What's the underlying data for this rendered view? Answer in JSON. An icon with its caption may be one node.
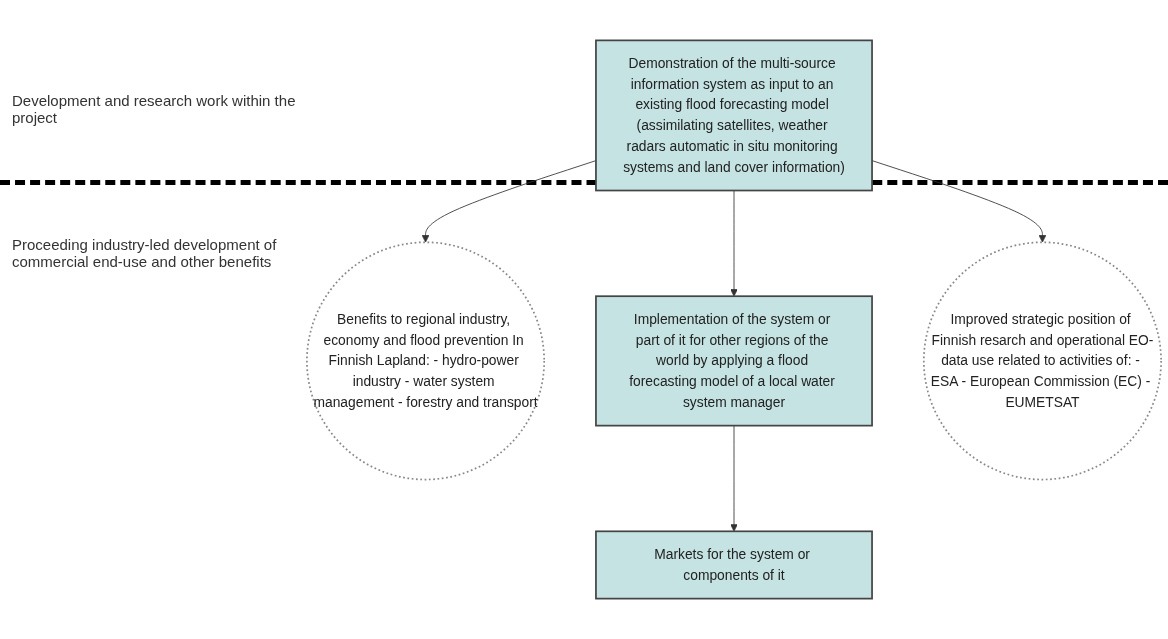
{
  "diagram": {
    "nodes": [
      {
        "text": [
          "Demonstration of the multi-source information system as input to an existing flood forecasting model (assimilating satellites, weather radars automatic in situ monitoring systems and land cover information)"
        ]
      },
      {
        "text": [
          "Benefits to regional industry, economy and flood prevention In Finnish Lapland: - hydro-power industry - water system management - forestry and transport"
        ]
      },
      {
        "text": [
          "Implementation of the system or part of it for other regions of the world by applying a flood forecasting model of a local water system manager"
        ]
      },
      {
        "text": [
          "Improved strategic position of Finnish resarch and operational EO-data use related to activities of: - ESA - European Commission (EC) - EUMETSAT"
        ]
      },
      {
        "text": [
          "Markets for the system or components of it"
        ]
      }
    ],
    "edges": [
      {
        "from": 0,
        "to": 1,
        "arrow": "to"
      },
      {
        "from": 0,
        "to": 2,
        "arrow": "to"
      },
      {
        "from": 0,
        "to": 3,
        "arrow": "to"
      },
      {
        "from": 2,
        "to": 4,
        "arrow": "to"
      }
    ],
    "labels": [
      "Development and research work within the project",
      "Proceeding industry-led development of commercial end-use and other benefits"
    ]
  }
}
